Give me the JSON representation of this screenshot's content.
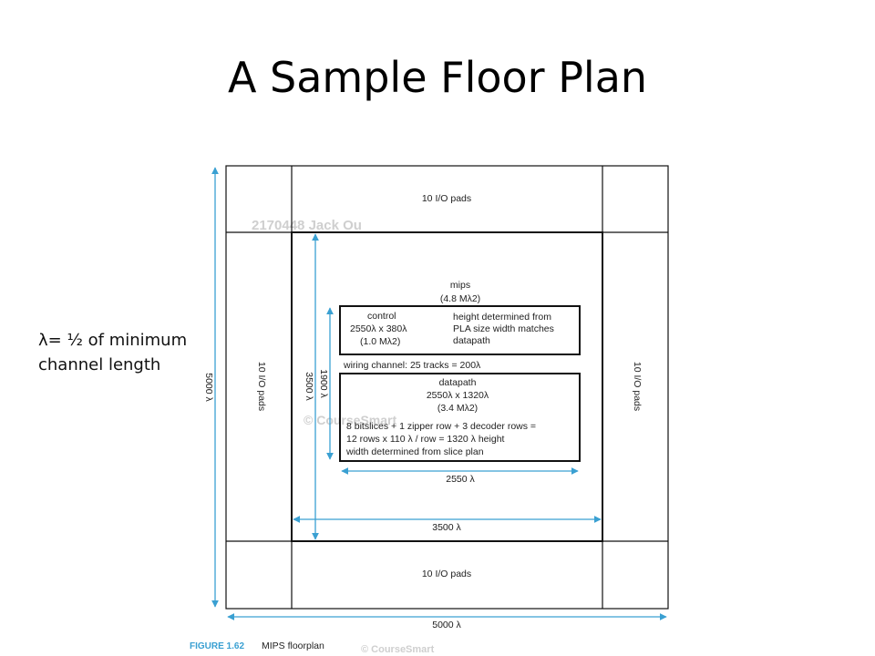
{
  "slide": {
    "title": "A Sample Floor Plan",
    "note_line1": "λ= ½ of minimum",
    "note_line2": "channel length"
  },
  "diagram": {
    "pads_top": "10 I/O pads",
    "pads_bottom": "10 I/O pads",
    "pads_left": "10 I/O pads",
    "pads_right": "10 I/O pads",
    "mips_label": "mips",
    "mips_area": "(4.8 Mλ2)",
    "control_label": "control",
    "control_dims": "2550λ x 380λ",
    "control_area": "(1.0 Mλ2)",
    "control_note_1": "height determined from",
    "control_note_2": "PLA size width matches",
    "control_note_3": "datapath",
    "wiring_channel": "wiring channel: 25 tracks = 200λ",
    "datapath_label": "datapath",
    "datapath_dims": "2550λ x 1320λ",
    "datapath_area": "(3.4 Mλ2)",
    "datapath_note_1": "8 bitslices + 1 zipper row + 3 decoder rows =",
    "datapath_note_2": "12 rows x 110 λ / row = 1320 λ height",
    "datapath_note_3": "width determined from slice plan",
    "dim_core_width": "3500 λ",
    "dim_core_height": "3500 λ",
    "dim_chip_width": "5000 λ",
    "dim_chip_height": "5000 λ",
    "dim_inner_width": "2550 λ",
    "dim_inner_height": "1900 λ",
    "watermark_top": "2170448 Jack Ou",
    "watermark_mid": "© CourseSmart",
    "watermark_bottom": "© CourseSmart",
    "figure_label": "FIGURE 1.62",
    "figure_caption": "MIPS floorplan"
  },
  "colors": {
    "dimension_line": "#3aa0d2",
    "box_line": "#111111",
    "caption_label": "#3aa0d2"
  }
}
